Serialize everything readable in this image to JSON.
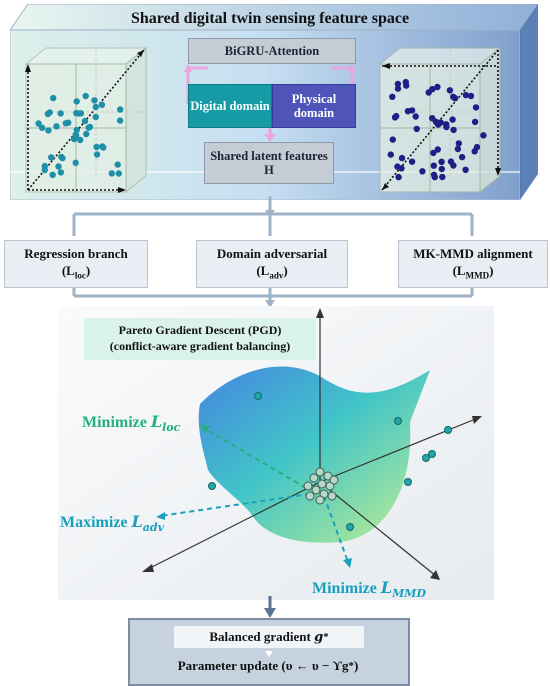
{
  "title": "Shared digital twin sensing feature space",
  "top_modules": {
    "bigru": "BiGRU-Attention",
    "digital_domain": "Digital domain",
    "physical_domain": "Physical domain",
    "shared_latent": "Shared latent features H"
  },
  "branches": {
    "regression": {
      "label": "Regression branch",
      "loss": "L",
      "loss_sub": "loc"
    },
    "adversarial": {
      "label": "Domain adversarial",
      "loss": "L",
      "loss_sub": "adv"
    },
    "mmd": {
      "label": "MK-MMD alignment",
      "loss": "L",
      "loss_sub": "MMD"
    }
  },
  "pareto": {
    "label_line1": "Pareto Gradient Descent (PGD)",
    "label_line2": "(conflict-aware gradient balancing)"
  },
  "objectives": {
    "loc": {
      "verb": "Minimize",
      "symbol": "L",
      "sub": "loc"
    },
    "adv": {
      "verb": "Maximize",
      "symbol": "L",
      "sub": "adv"
    },
    "mmd": {
      "verb": "Minimize",
      "symbol": "L",
      "sub": "MMD"
    }
  },
  "bottom": {
    "balanced_label": "Balanced gradient",
    "balanced_symbol": "g",
    "balanced_sup": "*",
    "update_label": "Parameter update (υ ← υ − ϒg",
    "update_sup": "*",
    "update_close": ")"
  },
  "colors": {
    "digital_domain": "#169ba6",
    "physical_domain": "#4f55b8",
    "teal_points": "#1e8fa6",
    "navy_points": "#1c1f86",
    "minimize_loc": "#23b07e",
    "adversarial": "#1aa0bd",
    "connector": "#9fb3c8"
  }
}
